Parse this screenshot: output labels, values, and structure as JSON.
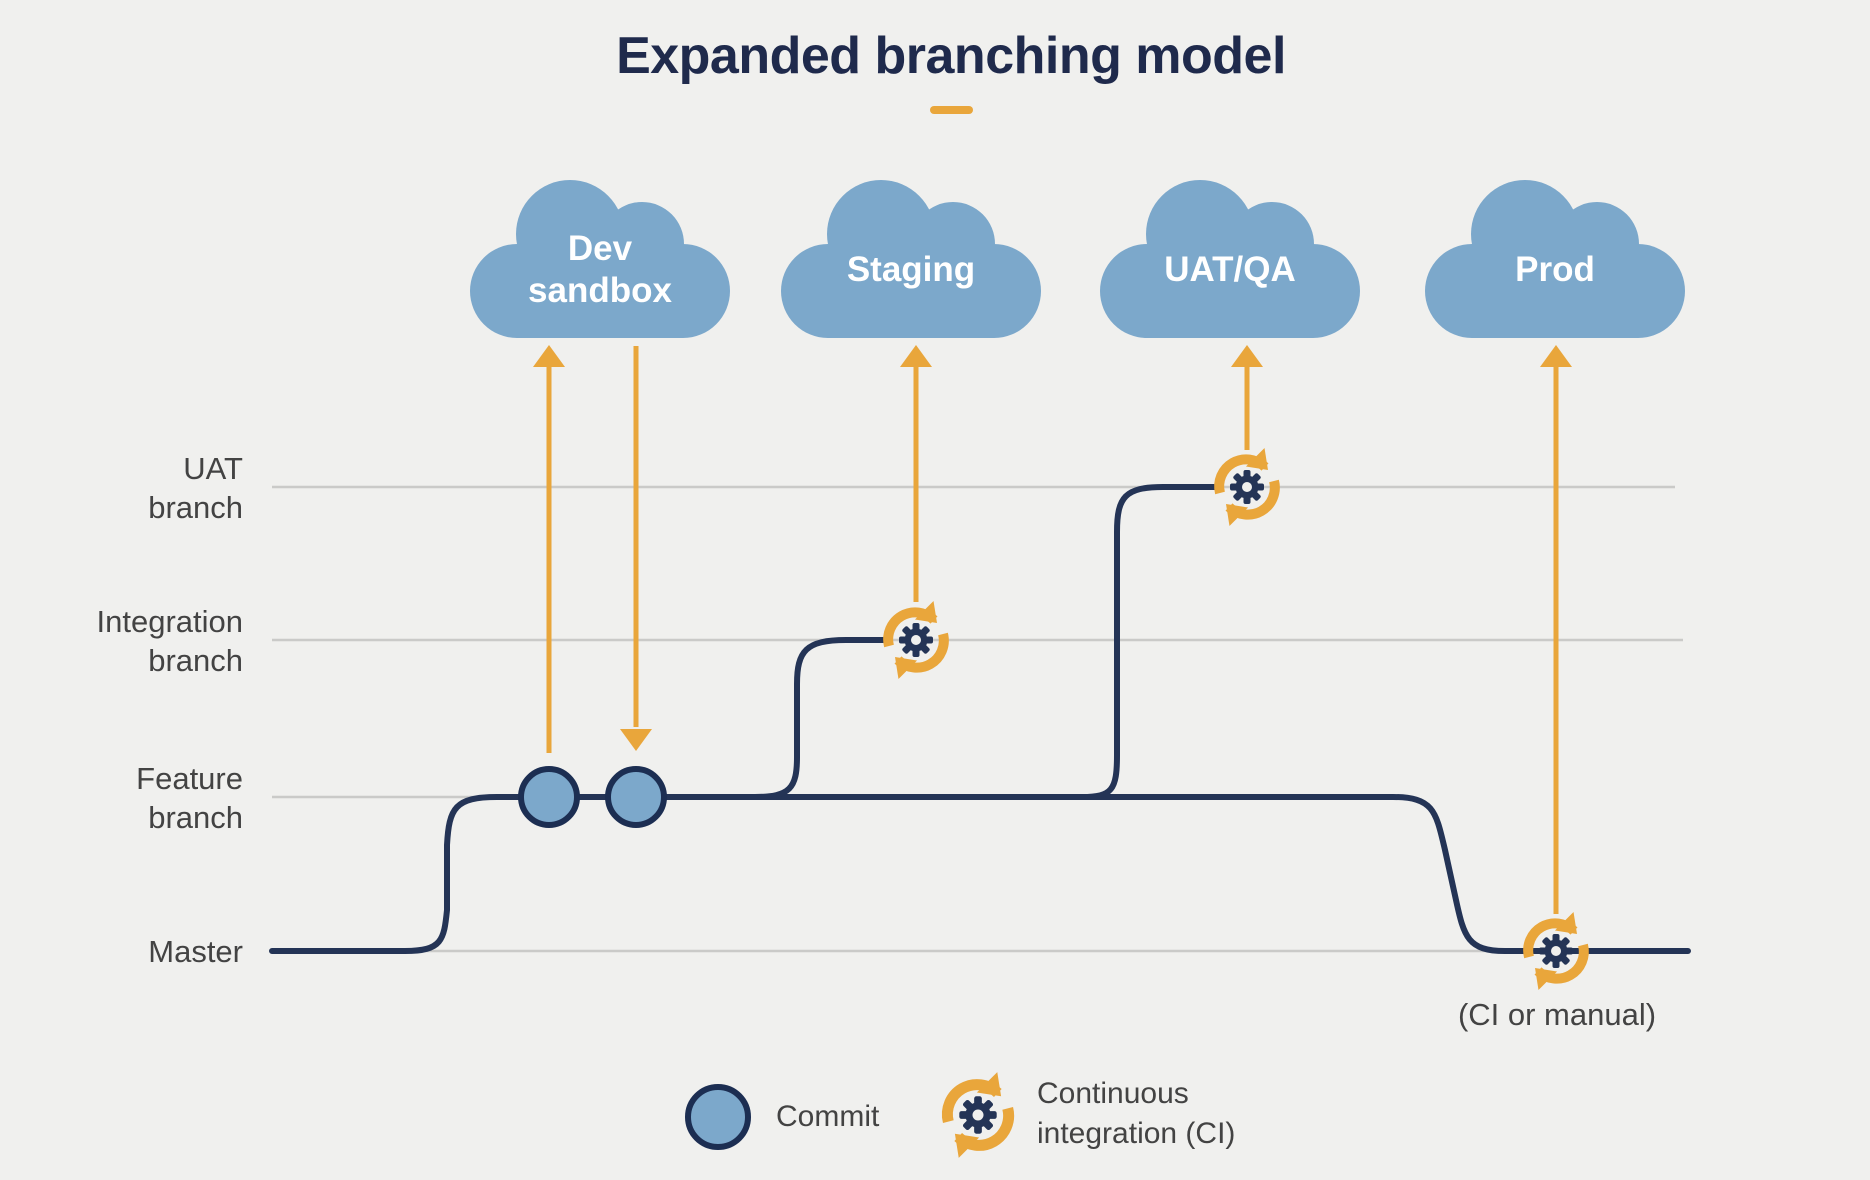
{
  "page": {
    "title": "Expanded branching model"
  },
  "environments": [
    {
      "label": "Dev\nsandbox"
    },
    {
      "label": "Staging"
    },
    {
      "label": "UAT/QA"
    },
    {
      "label": "Prod"
    }
  ],
  "branches": [
    {
      "label": "UAT\nbranch"
    },
    {
      "label": "Integration\nbranch"
    },
    {
      "label": "Feature\nbranch"
    },
    {
      "label": "Master"
    }
  ],
  "annotations": {
    "master_ci_note": "(CI or manual)"
  },
  "legend": {
    "commit": "Commit",
    "ci": "Continuous\nintegration (CI)"
  },
  "colors": {
    "background": "#f0f0ee",
    "cloud_blue": "#7ca8cb",
    "line_navy": "#243456",
    "grid_gray": "#cacac8",
    "accent_orange": "#e9a63b",
    "label_gray": "#434343",
    "title_navy": "#1f2a4c"
  }
}
